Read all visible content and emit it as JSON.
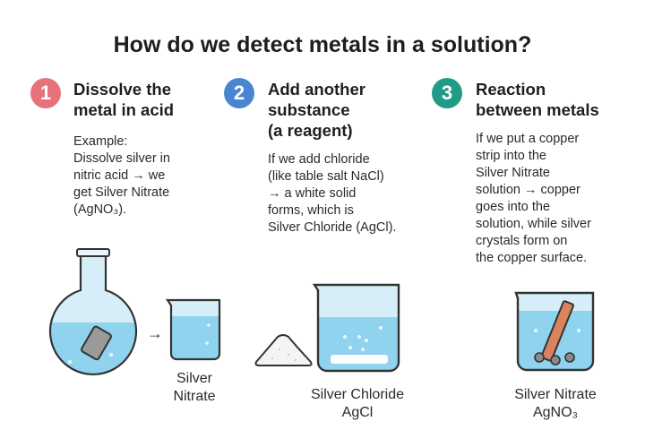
{
  "title": "How do we detect metals in a solution?",
  "colors": {
    "step1": "#e8727a",
    "step2": "#4a86d0",
    "step3": "#1f9c86",
    "liquid": "#8fd3ef",
    "glass": "#d6eef8",
    "copper": "#d9845e"
  },
  "steps": [
    {
      "number": "1",
      "heading": [
        "Dissolve the",
        "metal in acid"
      ],
      "body": [
        "Example:",
        "Dissolve silver in",
        "nitric acid → we",
        "get Silver Nitrate",
        "(AgNO₃)."
      ]
    },
    {
      "number": "2",
      "heading": [
        "Add another",
        "substance",
        "(a reagent)"
      ],
      "body": [
        "If we add chloride",
        "(like table salt NaCl)",
        "→ a white solid",
        "forms, which is",
        "Silver Chloride (AgCl)."
      ]
    },
    {
      "number": "3",
      "heading": [
        "Reaction",
        "between metals"
      ],
      "body": [
        "If we put a copper",
        "strip into the",
        "Silver Nitrate",
        "solution → copper",
        "goes into the",
        "solution, while silver",
        "crystals form on",
        "the copper surface."
      ]
    }
  ],
  "illustrations": {
    "flask_arrow": "→",
    "beaker1_caption": [
      "Silver",
      "Nitrate"
    ],
    "beaker2_caption": [
      "Silver Chloride",
      "AgCl"
    ],
    "beaker3_caption": [
      "Silver Nitrate",
      "AgNO₃"
    ]
  }
}
